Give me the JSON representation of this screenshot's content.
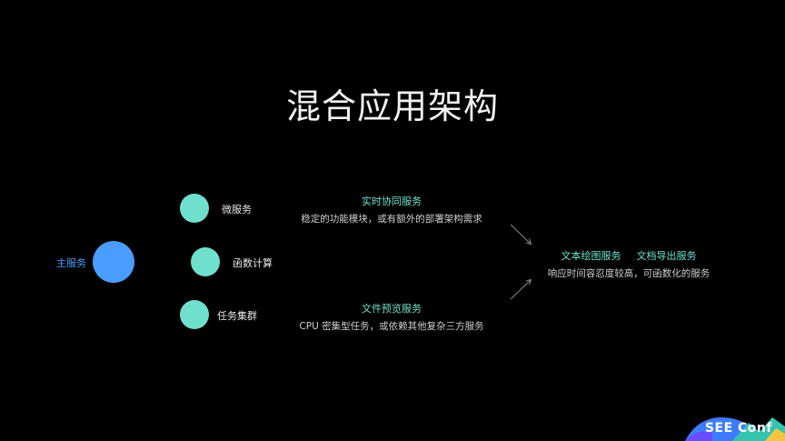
{
  "title": "混合应用架构",
  "nodes": {
    "main": "主服务",
    "micro": "微服务",
    "function": "函数计算",
    "tasks": "任务集群"
  },
  "notes": {
    "realtime": {
      "title": "实时协同服务",
      "desc": "稳定的功能模块，或有额外的部署架构需求"
    },
    "preview": {
      "title": "文件预览服务",
      "desc": "CPU 密集型任务，或依赖其他复杂三方服务"
    },
    "right": {
      "title1": "文本绘图服务",
      "title2": "文档导出服务",
      "desc": "响应时间容忍度较高，可函数化的服务"
    }
  },
  "logo": {
    "text": "SEE Conf",
    "colors": [
      "#3d7bff",
      "#35c4b0",
      "#f5c542",
      "#6a4cff"
    ]
  },
  "colors": {
    "main_node": "#4a9dff",
    "service_node": "#6fe0cd",
    "accent_text": "#6fe0cd"
  }
}
